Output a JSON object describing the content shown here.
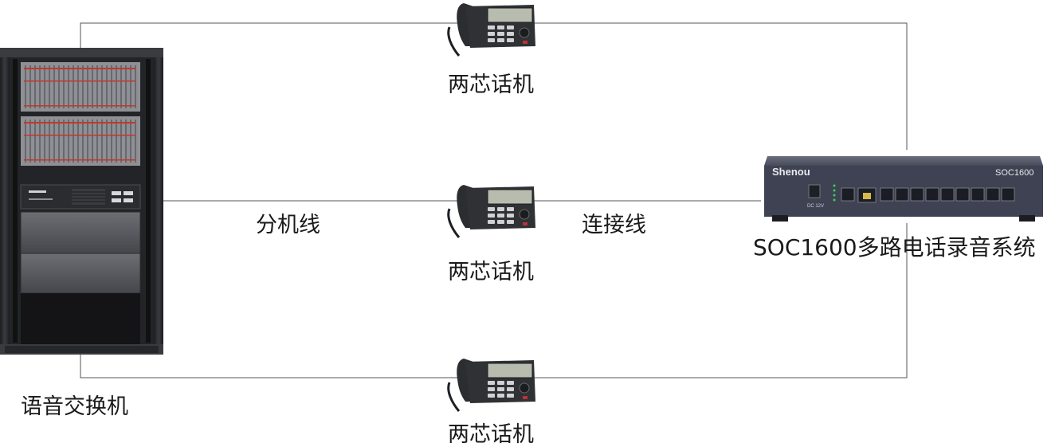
{
  "labels": {
    "switch": "语音交换机",
    "extension_line": "分机线",
    "connection_line": "连接线",
    "phone_top": "两芯话机",
    "phone_middle": "两芯话机",
    "phone_bottom": "两芯话机",
    "recorder": "SOC1600多路电话录音系统"
  },
  "device": {
    "brand": "Shenou",
    "model": "SOC1600",
    "power_label": "DC 12V"
  },
  "colors": {
    "line": "#555555",
    "cabinet": "#2e2f33",
    "recorder": "#3e4150",
    "phone": "#26282b"
  },
  "icons": {
    "switch": "server-rack-icon",
    "phone": "desk-phone-icon",
    "recorder": "recorder-device-icon"
  }
}
